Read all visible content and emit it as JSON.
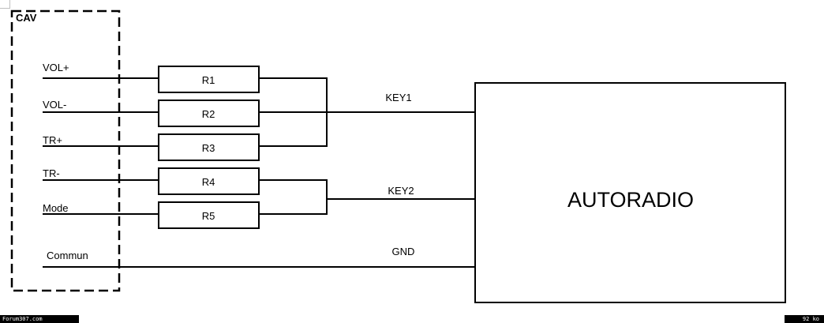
{
  "diagram": {
    "box_title": "CAV",
    "inputs": [
      "VOL+",
      "VOL-",
      "TR+",
      "TR-",
      "Mode",
      "Commun"
    ],
    "resistors": [
      "R1",
      "R2",
      "R3",
      "R4",
      "R5"
    ],
    "key1": "KEY1",
    "key2": "KEY2",
    "gnd": "GND",
    "unit": "AUTORADIO"
  },
  "footer": {
    "site": "Forum307.com",
    "size": "92 ko"
  },
  "colors": {
    "line": "#000000",
    "background": "#ffffff"
  }
}
